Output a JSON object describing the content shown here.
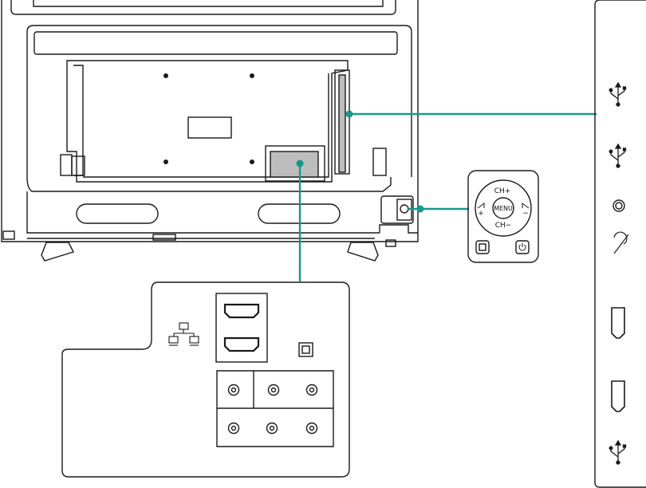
{
  "colors": {
    "callout_line": "#16998c",
    "outline": "#1a1a1a",
    "panel_fill": "#ffffff"
  },
  "control_panel": {
    "ch_up_label": "CH+",
    "ch_down_label": "CH−",
    "menu_label": "MENU",
    "vol_down_label": "−",
    "vol_up_label": "+",
    "input_icon": "input-source-icon",
    "power_icon": "power-icon"
  },
  "rear_ports": {
    "lan_icon": "lan-network-icon",
    "hdmi_ports": [
      "hdmi-port",
      "hdmi-port"
    ],
    "optical_icon": "optical-audio-port",
    "rca_top_row": 3,
    "rca_bottom_row": 3
  },
  "side_ports": [
    "usb-port",
    "usb-port",
    "antenna-port",
    "headphone-port",
    "hdmi-port",
    "hdmi-port",
    "usb-port"
  ]
}
